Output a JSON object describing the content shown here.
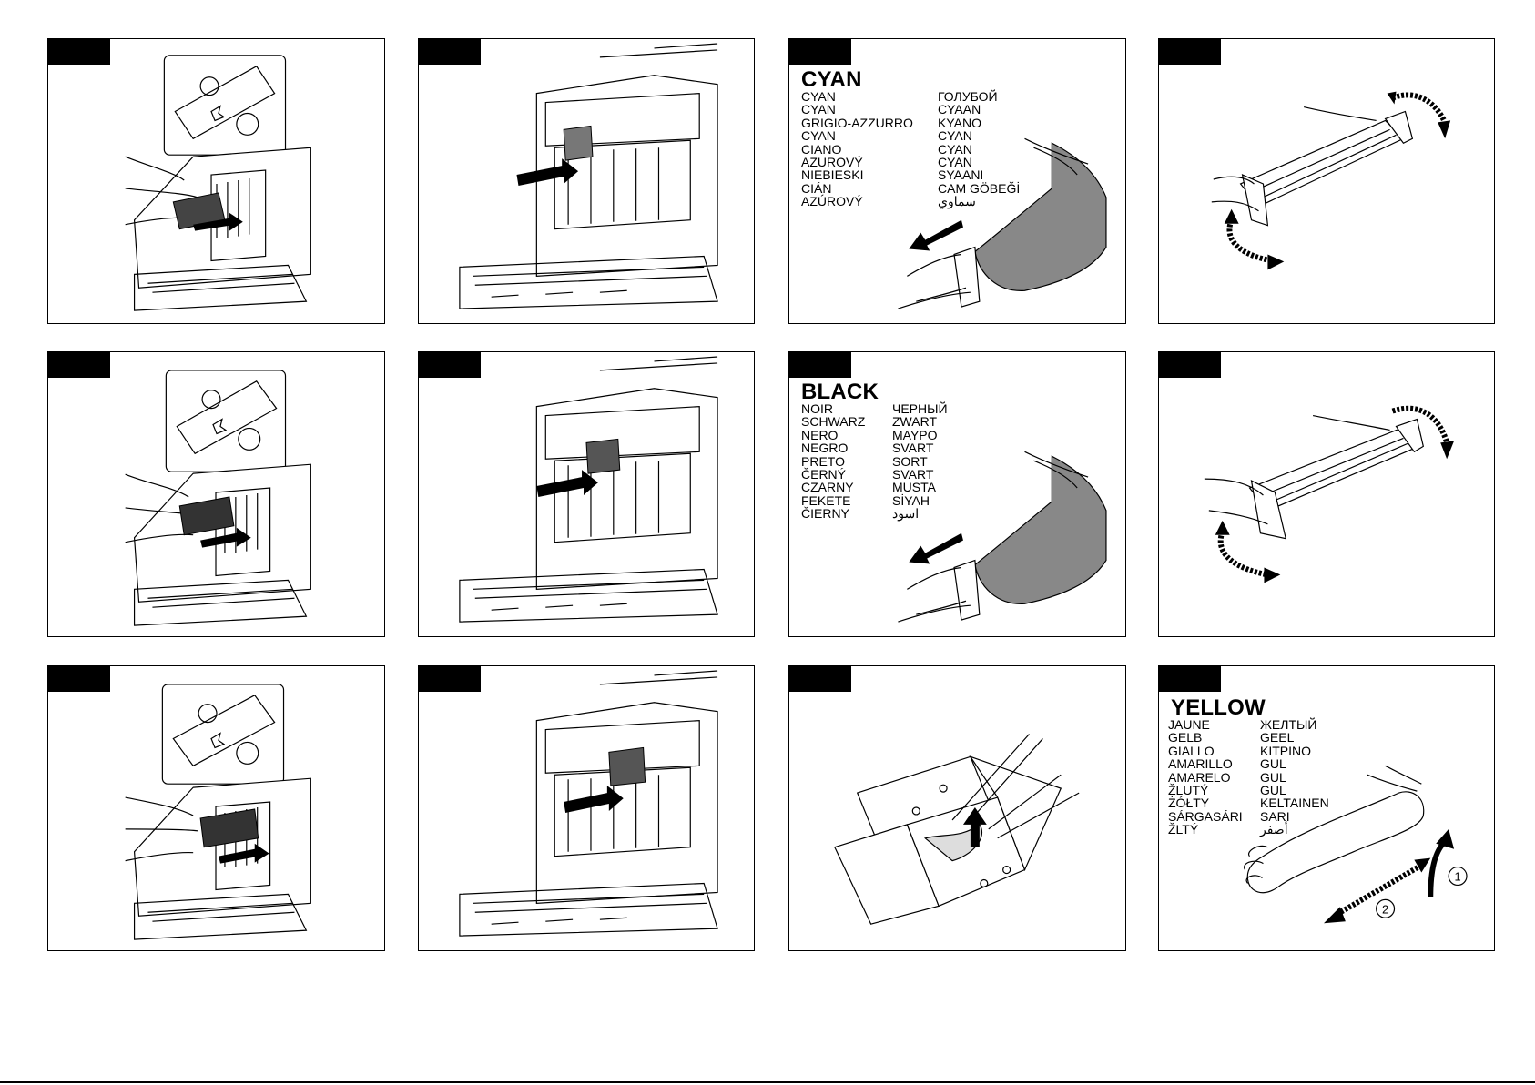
{
  "colors": {
    "border": "#000000",
    "tab": "#000000",
    "background": "#ffffff"
  },
  "panels": {
    "cyan": {
      "title": "CYAN",
      "col1": [
        "CYAN",
        "CYAN",
        "GRIGIO-AZZURRO",
        "CYAN",
        "CIANO",
        "AZUROVÝ",
        "NIEBIESKI",
        "CIÁN",
        "AZÚROVÝ"
      ],
      "col2": [
        "ГОЛУБОЙ",
        "CYAAN",
        "KYANO",
        "CYAN",
        "CYAN",
        "CYAN",
        "SYAANI",
        "CAM GÖBEĞİ",
        "سماوي"
      ]
    },
    "black": {
      "title": "BLACK",
      "col1": [
        "NOIR",
        "SCHWARZ",
        "NERO",
        "NEGRO",
        "PRETO",
        "ČERNÝ",
        "CZARNY",
        "FEKETE",
        "ČIERNY"
      ],
      "col2": [
        "ЧЕРНЫЙ",
        "ZWART",
        "ΜΑΥΡΟ",
        "SVART",
        "SORT",
        "SVART",
        "MUSTA",
        "SİYAH",
        "اسود"
      ]
    },
    "yellow": {
      "title": "YELLOW",
      "col1": [
        "JAUNE",
        "GELB",
        "GIALLO",
        "AMARILLO",
        "AMARELO",
        "ŽLUTÝ",
        "ŻÓŁTY",
        "SÁRGASÁRI",
        "ŽLTÝ"
      ],
      "col2": [
        "ЖЕЛТЫЙ",
        "GEEL",
        "ΚΙΤΡΙΝΟ",
        "GUL",
        "GUL",
        "GUL",
        "KELTAINEN",
        "SARI",
        "أصفر"
      ],
      "step1": "1",
      "step2": "2"
    }
  },
  "icons": [
    "printer-open-front-icon",
    "toner-cartridge-icon",
    "insert-arrow-icon",
    "hand-icon",
    "remove-bag-arrow-icon",
    "shake-arrow-icon",
    "box-open-icon",
    "lift-arrow-icon"
  ]
}
